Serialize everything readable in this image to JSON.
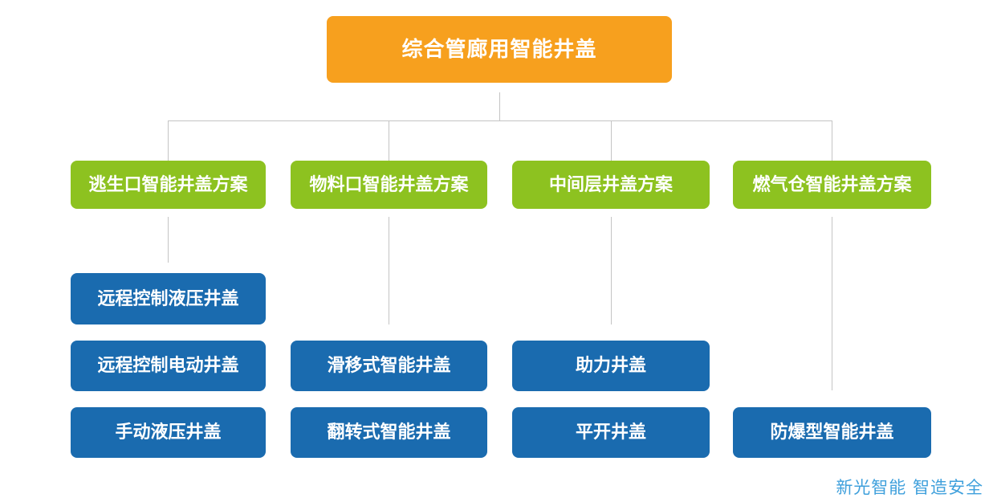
{
  "root": {
    "label": "综合管廊用智能井盖"
  },
  "columns": [
    {
      "header": "逃生口智能井盖方案",
      "items": [
        "远程控制液压井盖",
        "远程控制电动井盖",
        "手动液压井盖"
      ]
    },
    {
      "header": "物料口智能井盖方案",
      "items": [
        "滑移式智能井盖",
        "翻转式智能井盖"
      ]
    },
    {
      "header": "中间层井盖方案",
      "items": [
        "助力井盖",
        "平开井盖"
      ]
    },
    {
      "header": "燃气仓智能井盖方案",
      "items": [
        "防爆型智能井盖"
      ]
    }
  ],
  "watermark": {
    "label": "新光智能 智造安全"
  },
  "colors": {
    "root": "#F7A01E",
    "branch": "#8DC220",
    "leaf": "#1A6BAF",
    "line": "#C4C4C4",
    "watermark": "#3FA0DC",
    "background": "#FFFFFF"
  }
}
